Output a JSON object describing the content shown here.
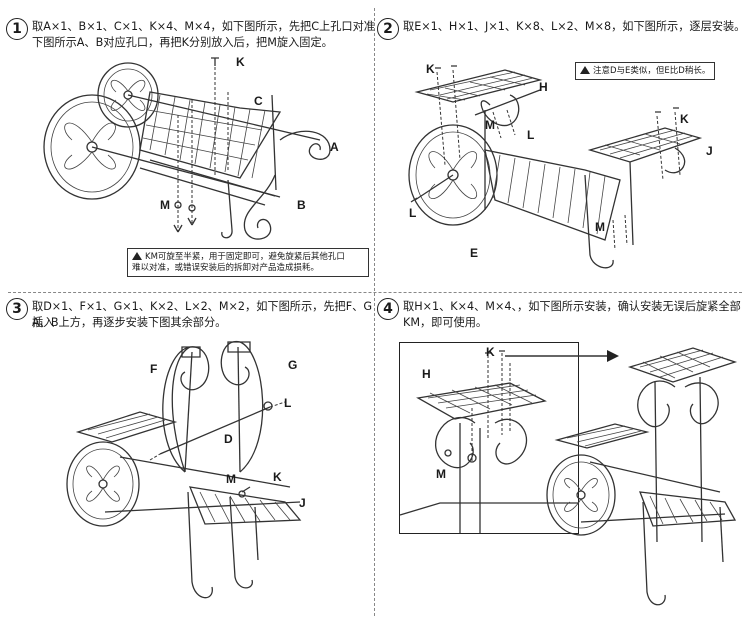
{
  "steps": [
    {
      "num": "1",
      "text_line1": "取A×1、B×1、C×1、K×4、M×4，如下图所示，先把C上孔口对准",
      "text_line2": "下图所示A、B对应孔口，再把K分别放入后，把M旋入固定。",
      "labels": {
        "k": "K",
        "c": "C",
        "a": "A",
        "m": "M",
        "b": "B"
      },
      "note_line1": "KM可旋至半紧，用于固定即可，避免旋紧后其他孔口",
      "note_line2": "难以对准，或错误安装后的拆卸对产品造成损耗。"
    },
    {
      "num": "2",
      "text_line1": "取E×1、H×1、J×1、K×8、L×2、M×8，如下图所示，逐层安装。",
      "labels": {
        "k1": "K",
        "h": "H",
        "m1": "M",
        "l1": "L",
        "k2": "K",
        "j": "J",
        "l2": "L",
        "m2": "M",
        "e": "E"
      },
      "note_line1": "注意D与E类似，但E比D稍长。"
    },
    {
      "num": "3",
      "text_line1": "取D×1、F×1、G×1、K×2、L×2、M×2，如下图所示，先把F、G插入",
      "text_line2": "A、B上方，再逐步安装下图其余部分。",
      "labels": {
        "f": "F",
        "g": "G",
        "l": "L",
        "d": "D",
        "m": "M",
        "k": "K",
        "j": "J"
      }
    },
    {
      "num": "4",
      "text_line1": "取H×1、K×4、M×4、，如下图所示安装，确认安装无误后旋紧全部",
      "text_line2": "KM，即可使用。",
      "labels": {
        "k": "K",
        "h": "H",
        "m": "M"
      }
    }
  ]
}
